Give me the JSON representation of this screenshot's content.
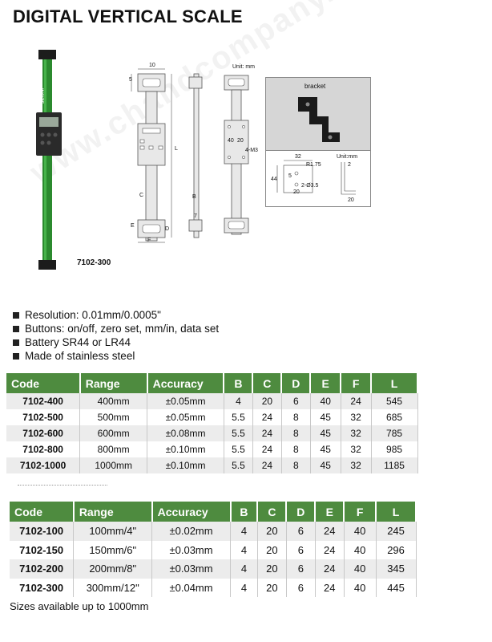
{
  "header": {
    "title": "DIGITAL VERTICAL SCALE"
  },
  "watermark": "www.chandcompany.com",
  "figure": {
    "model_label": "7102-300",
    "brand_text": "INSIZE",
    "unit_label": "Unit: mm",
    "dims": {
      "top_width": "10",
      "top_height": "5",
      "length": "L",
      "c": "C",
      "b": "B",
      "e": "E",
      "f": "F",
      "d": "D",
      "seven": "7",
      "hole_w": "20",
      "hole_h": "40",
      "screw": "4-M3"
    },
    "bracket": {
      "photo_label": "bracket",
      "unit_label": "Unit:mm",
      "dims": {
        "w32": "32",
        "r175": "R1.75",
        "h44": "44",
        "five": "5",
        "twenty": "20",
        "holes": "2-Ø3.5",
        "side_two": "2",
        "side_twenty": "20"
      }
    }
  },
  "features": [
    "Resolution: 0.01mm/0.0005\"",
    "Buttons: on/off, zero set, mm/in, data set",
    "Battery SR44 or LR44",
    "Made of stainless steel"
  ],
  "colors": {
    "header_green": "#4e8b3f",
    "row_gray": "#ececec"
  },
  "table1": {
    "headers": [
      "Code",
      "Range",
      "Accuracy",
      "B",
      "C",
      "D",
      "E",
      "F",
      "L"
    ],
    "rows": [
      [
        "7102-400",
        "400mm",
        "±0.05mm",
        "4",
        "20",
        "6",
        "40",
        "24",
        "545"
      ],
      [
        "7102-500",
        "500mm",
        "±0.05mm",
        "5.5",
        "24",
        "8",
        "45",
        "32",
        "685"
      ],
      [
        "7102-600",
        "600mm",
        "±0.08mm",
        "5.5",
        "24",
        "8",
        "45",
        "32",
        "785"
      ],
      [
        "7102-800",
        "800mm",
        "±0.10mm",
        "5.5",
        "24",
        "8",
        "45",
        "32",
        "985"
      ],
      [
        "7102-1000",
        "1000mm",
        "±0.10mm",
        "5.5",
        "24",
        "8",
        "45",
        "32",
        "1185"
      ]
    ]
  },
  "table2": {
    "headers": [
      "Code",
      "Range",
      "Accuracy",
      "B",
      "C",
      "D",
      "E",
      "F",
      "L"
    ],
    "rows": [
      [
        "7102-100",
        "100mm/4\"",
        "±0.02mm",
        "4",
        "20",
        "6",
        "24",
        "40",
        "245"
      ],
      [
        "7102-150",
        "150mm/6\"",
        "±0.03mm",
        "4",
        "20",
        "6",
        "24",
        "40",
        "296"
      ],
      [
        "7102-200",
        "200mm/8\"",
        "±0.03mm",
        "4",
        "20",
        "6",
        "24",
        "40",
        "345"
      ],
      [
        "7102-300",
        "300mm/12\"",
        "±0.04mm",
        "4",
        "20",
        "6",
        "24",
        "40",
        "445"
      ]
    ]
  },
  "footnote": "Sizes available up to 1000mm"
}
